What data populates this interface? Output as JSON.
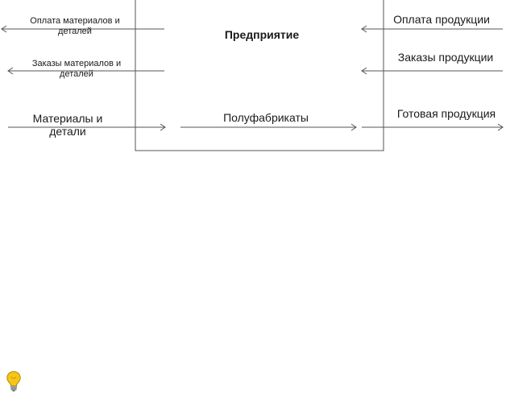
{
  "enterprise": {
    "title": "Предприятие"
  },
  "flows": {
    "left": [
      {
        "line1": "Оплата материалов и",
        "line2": "деталей",
        "direction": "out"
      },
      {
        "line1": "Заказы материалов и",
        "line2": "деталей",
        "direction": "out"
      },
      {
        "line1": "Материалы и",
        "line2": "детали",
        "direction": "in"
      }
    ],
    "internal": {
      "label": "Полуфабрикаты"
    },
    "right": [
      {
        "label": "Оплата продукции",
        "direction": "in"
      },
      {
        "label": "Заказы продукции",
        "direction": "in"
      },
      {
        "label": "Готовая продукция",
        "direction": "out"
      }
    ]
  },
  "icons": {
    "hint": "lightbulb-icon"
  },
  "colors": {
    "line": "#555555",
    "text": "#1a1a1a",
    "bulb": "#f5c518"
  }
}
